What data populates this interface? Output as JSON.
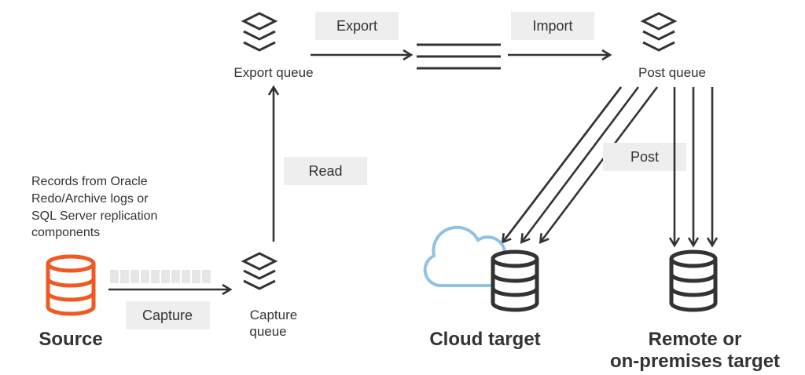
{
  "colors": {
    "accent": "#f05a22",
    "stroke": "#333333",
    "label_box": "#eeeeee",
    "cloud": "#8ec3e6",
    "queue_cells": "#e6e6e6"
  },
  "nodes": {
    "source": {
      "label": "Source",
      "icon": "database-icon"
    },
    "capture_queue": {
      "label_line1": "Capture",
      "label_line2": "queue",
      "icon": "layers-icon"
    },
    "export_queue": {
      "label": "Export queue",
      "icon": "layers-icon"
    },
    "post_queue": {
      "label": "Post queue",
      "icon": "layers-icon"
    },
    "cloud_target": {
      "label": "Cloud target",
      "icon": "cloud-database-icon"
    },
    "remote_target": {
      "label_line1": "Remote or",
      "label_line2": "on-premises target",
      "icon": "database-icon"
    }
  },
  "edges": {
    "capture": "Capture",
    "read": "Read",
    "export": "Export",
    "import": "Import",
    "post": "Post"
  },
  "note": {
    "line1": "Records from Oracle",
    "line2": "Redo/Archive logs or",
    "line3": "SQL Server replication",
    "line4": "components"
  }
}
